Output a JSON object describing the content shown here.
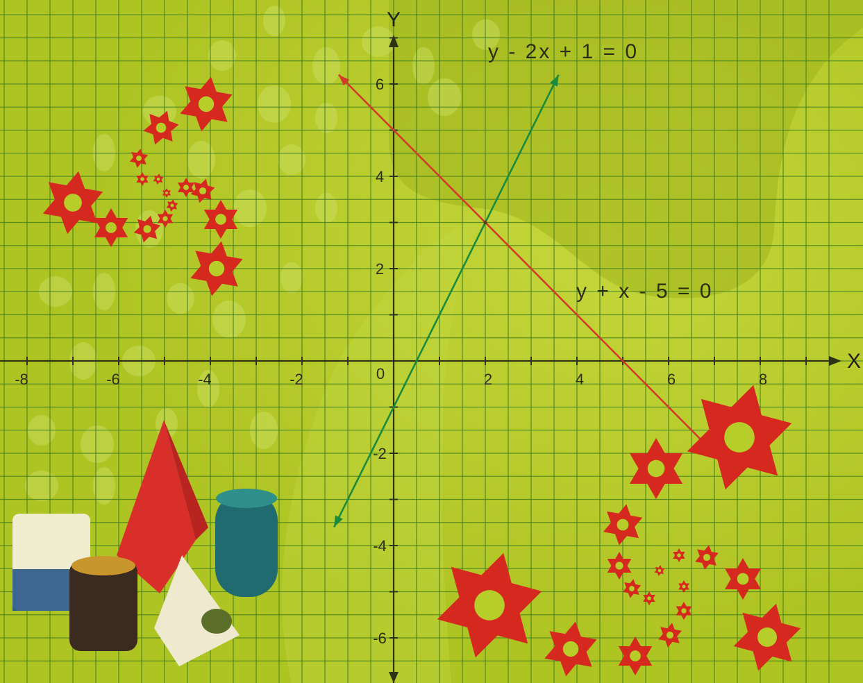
{
  "chart_data": {
    "type": "line",
    "xlabel": "X",
    "ylabel": "Y",
    "origin_label": "0",
    "xlim": [
      -8.4,
      9.6
    ],
    "ylim": [
      -6.9,
      7.0
    ],
    "grid": true,
    "x_ticks": [
      "-8",
      "-6",
      "-4",
      "-2",
      "2",
      "4",
      "6",
      "8"
    ],
    "y_ticks": [
      "6",
      "4",
      "2",
      "-2",
      "-4",
      "-6"
    ],
    "series": [
      {
        "name": "y - 2x + 1 = 0",
        "color": "#1a8a3c",
        "x": [
          -1.3,
          3.6
        ],
        "y": [
          -3.6,
          6.2
        ]
      },
      {
        "name": "y + x - 5 = 0",
        "color": "#d23a2a",
        "x": [
          -1.2,
          7.0
        ],
        "y": [
          6.2,
          -2.0
        ]
      }
    ],
    "intersection": {
      "x": 2,
      "y": 3
    },
    "background_color": "#b6cd2a",
    "grid_color": "#3d7a22",
    "decoration_color": "#d5281f"
  }
}
